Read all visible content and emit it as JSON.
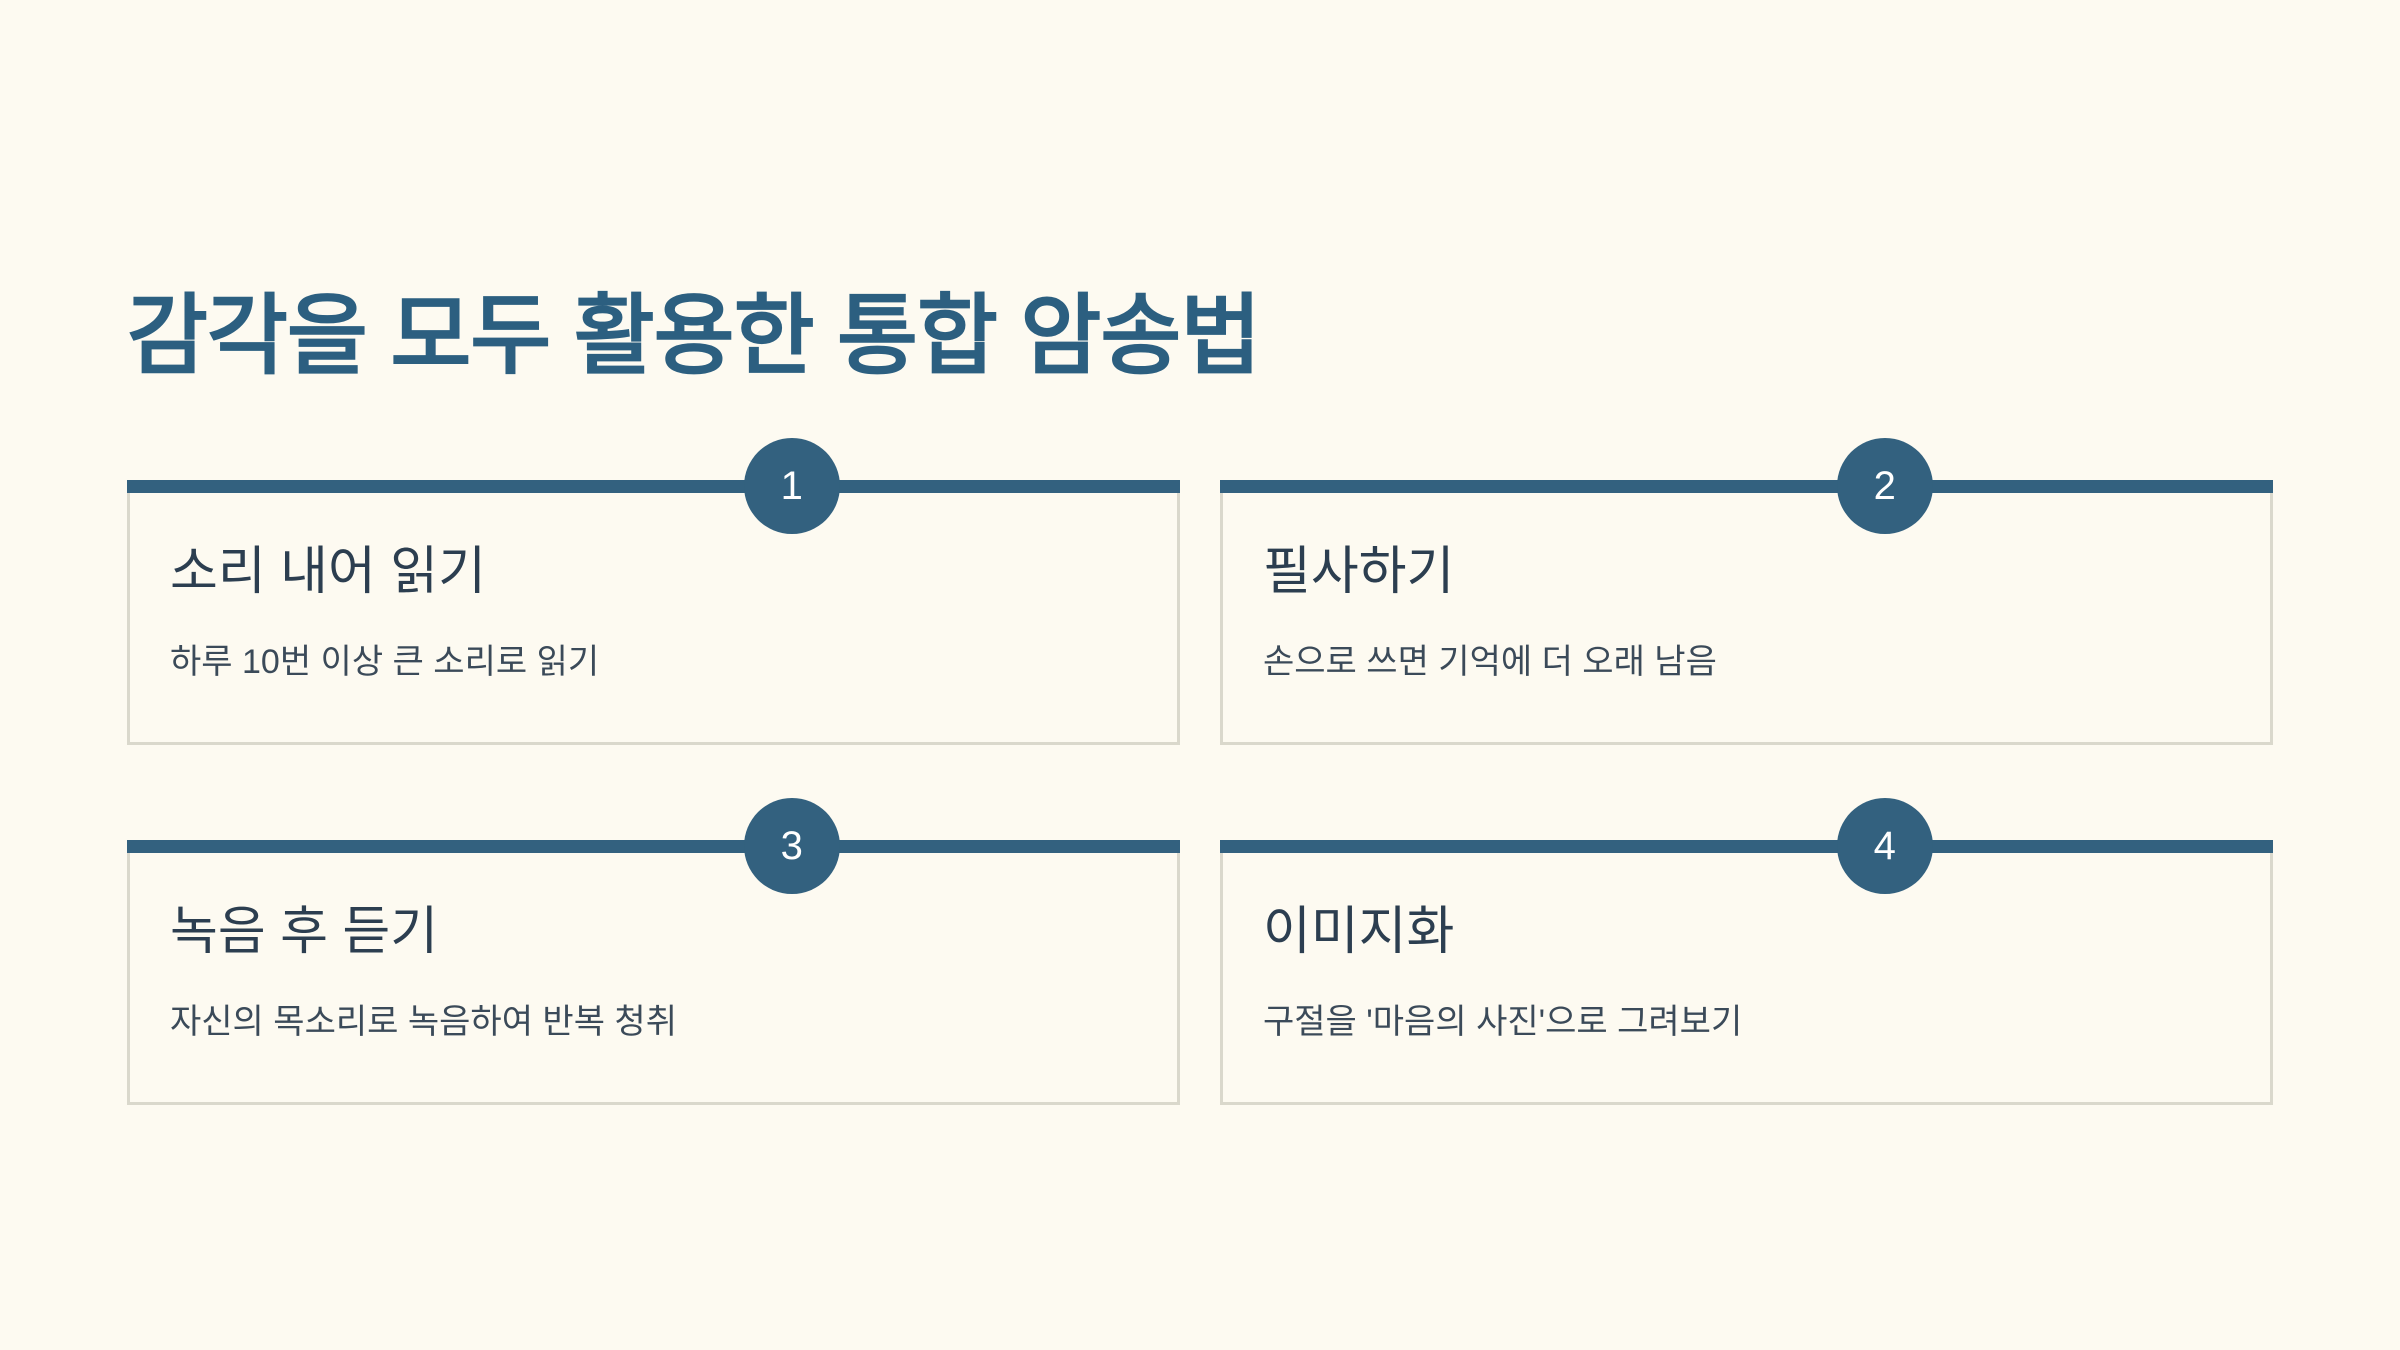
{
  "page": {
    "title": "감각을 모두 활용한 통합 암송법",
    "background_color": "#FDFAF1",
    "accent_color": "#33617F",
    "title_color": "#2C5F80",
    "card_border_color": "#DAD8CC",
    "card_title_color": "#2C3E50",
    "card_desc_color": "#3B4A59",
    "badge_text_color": "#FFFFFF"
  },
  "cards": [
    {
      "number": "1",
      "title": "소리 내어 읽기",
      "description": "하루 10번 이상 큰 소리로 읽기"
    },
    {
      "number": "2",
      "title": "필사하기",
      "description": "손으로 쓰면 기억에 더 오래 남음"
    },
    {
      "number": "3",
      "title": "녹음 후 듣기",
      "description": "자신의 목소리로 녹음하여 반복 청취"
    },
    {
      "number": "4",
      "title": "이미지화",
      "description": "구절을 '마음의 사진'으로 그려보기"
    }
  ]
}
